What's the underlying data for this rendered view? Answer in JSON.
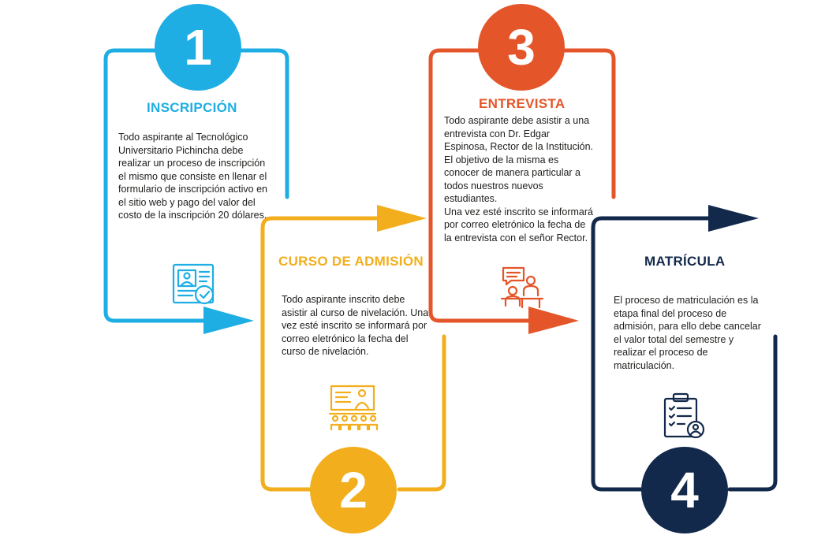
{
  "colors": {
    "step1": "#1eaee4",
    "step2": "#f2ae1c",
    "step3": "#e4562a",
    "step4": "#13294b"
  },
  "steps": [
    {
      "number": "1",
      "title": "INSCRIPCIÓN",
      "description": "Todo aspirante al Tecnológico Universitario Pichincha debe realizar un proceso de inscripción el mismo que consiste en llenar el formulario de inscripción activo en el sitio web y pago del valor del costo de la inscripción 20 dólares.",
      "icon": "id-card-check-icon"
    },
    {
      "number": "2",
      "title": "CURSO DE ADMISIÓN",
      "description": "Todo aspirante inscrito debe asistir al curso de nivelación. Una vez esté inscrito se informará por correo eletrónico la fecha del curso de nivelación.",
      "icon": "classroom-icon"
    },
    {
      "number": "3",
      "title": "ENTREVISTA",
      "description": "Todo aspirante debe asistir a una entrevista con Dr. Edgar Espinosa, Rector de la Institución. El objetivo de la misma es conocer de manera particular a todos nuestros nuevos estudiantes.\nUna vez esté inscrito se informará por correo eletrónico la fecha de la entrevista con el señor Rector.",
      "icon": "interview-icon"
    },
    {
      "number": "4",
      "title": "MATRÍCULA",
      "description": "El proceso de matriculación es la etapa final del proceso de admisión, para ello debe cancelar el valor total del semestre y realizar el proceso de matriculación.",
      "icon": "clipboard-user-icon"
    }
  ]
}
